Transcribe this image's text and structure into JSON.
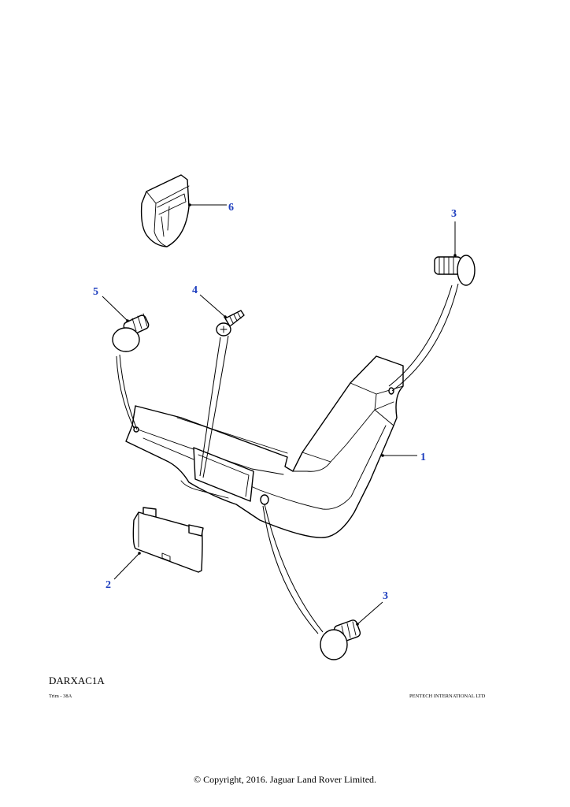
{
  "callouts": {
    "c1": "1",
    "c2": "2",
    "c3a": "3",
    "c3b": "3",
    "c4": "4",
    "c5": "5",
    "c6": "6"
  },
  "footer": {
    "drawing_code": "DARXAC1A",
    "section_ref": "Trim - 38A",
    "publisher": "PENTECH INTERNATIONAL LTD",
    "copyright": "© Copyright, 2016. Jaguar Land Rover Limited."
  },
  "colors": {
    "callout": "#1f3fbf",
    "line": "#000000",
    "background": "#ffffff"
  }
}
